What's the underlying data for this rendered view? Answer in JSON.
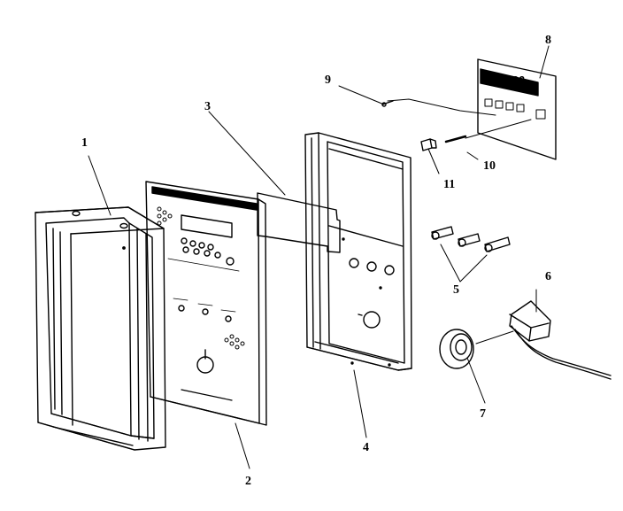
{
  "diagram": {
    "parts": [
      {
        "id": "1",
        "label": "1"
      },
      {
        "id": "2",
        "label": "2"
      },
      {
        "id": "3",
        "label": "3"
      },
      {
        "id": "4",
        "label": "4"
      },
      {
        "id": "5",
        "label": "5"
      },
      {
        "id": "6",
        "label": "6"
      },
      {
        "id": "7",
        "label": "7"
      },
      {
        "id": "8",
        "label": "8"
      },
      {
        "id": "9",
        "label": "9"
      },
      {
        "id": "10",
        "label": "10"
      },
      {
        "id": "11",
        "label": "11"
      }
    ]
  },
  "colors": {
    "line": "#000000",
    "background": "#ffffff"
  }
}
